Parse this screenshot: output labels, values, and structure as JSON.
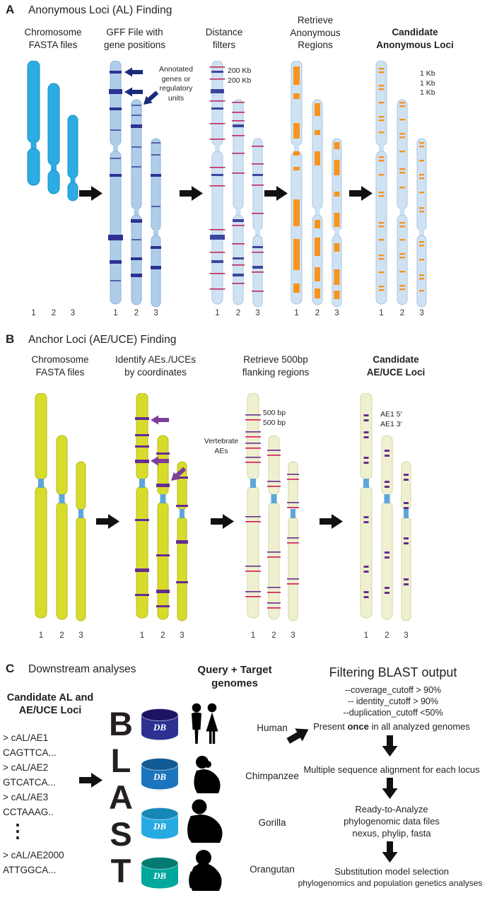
{
  "panelA": {
    "label": "A",
    "title": "Anonymous Loci (AL) Finding",
    "steps": {
      "s1": "Chromosome\nFASTA files",
      "s2": "GFF File with\ngene positions",
      "s3": "Distance\nfilters",
      "s4": "Retrieve\nAnonymous\nRegions",
      "s5": "Candidate\nAnonymous Loci"
    },
    "gff_annotation": "Annotated\ngenes or\nregulatory\nunits",
    "distance_labels": "200 Kb\n200 Kb",
    "candidate_labels": "1 Kb\n1 Kb\n1 Kb",
    "chromosome_numbers": [
      "1",
      "2",
      "3"
    ],
    "colors": {
      "chromosome": "#2bace2",
      "gene_band": "#2e3192",
      "anonymous_region": "#f7941d"
    }
  },
  "panelB": {
    "label": "B",
    "title": "Anchor Loci (AE/UCE) Finding",
    "steps": {
      "s1": "Chromosome\nFASTA files",
      "s2": "Identify AEs./UCEs\nby coordinates",
      "s3": "Retrieve 500bp\nflanking regions",
      "s4": "Candidate\nAE/UCE Loci"
    },
    "ae_annotation": "Vertebrate\nAEs",
    "flank_labels": "500 bp\n500 bp",
    "candidate_labels": "AE1 5′\nAE1 3′",
    "chromosome_numbers": [
      "1",
      "2",
      "3"
    ],
    "colors": {
      "chromosome": "#d7dc2b",
      "ae_band": "#662d91"
    }
  },
  "panelC": {
    "label": "C",
    "title": "Downstream analyses",
    "input": {
      "title": "Candidate AL and\nAE/UCE Loci",
      "fasta_lines": [
        "> cAL/AE1",
        "CAGTTCA...",
        "> cAL/AE2",
        "GTCATCA...",
        "> cAL/AE3",
        "CCTAAAG..",
        "> cAL/AE2000",
        "ATTGGCA..."
      ],
      "ellipsis": "⋮"
    },
    "blast": {
      "letters": [
        "B",
        "L",
        "A",
        "S",
        "T"
      ],
      "db_label": "DB",
      "genomes_header": "Query + Target\ngenomes",
      "genomes": [
        {
          "name": "Human",
          "db_color": "#2e3192",
          "db_color_dark": "#1b1464"
        },
        {
          "name": "Chimpanzee",
          "db_color": "#1c75bc",
          "db_color_dark": "#125a94"
        },
        {
          "name": "Gorilla",
          "db_color": "#27aae1",
          "db_color_dark": "#1787b8"
        },
        {
          "name": "Orangutan",
          "db_color": "#00a79d",
          "db_color_dark": "#007a72"
        }
      ]
    },
    "filtering": {
      "title": "Filtering BLAST output",
      "criteria": [
        "--coverage_cutoff > 90%",
        "-- identity_cutoff > 90%",
        "--duplication_cutoff <50%"
      ],
      "present": {
        "prefix": "Present ",
        "bold": "once",
        "suffix": " in all analyzed genomes"
      },
      "flow": [
        {
          "text": "Multiple sequence alignment for each locus"
        },
        {
          "text": "Ready-to-Analyze\nphylogenomic data files\nnexus, phylip, fasta"
        },
        {
          "title": "Substitution model selection",
          "subtitle": "phylogenomics and population genetics analyses"
        }
      ]
    }
  }
}
